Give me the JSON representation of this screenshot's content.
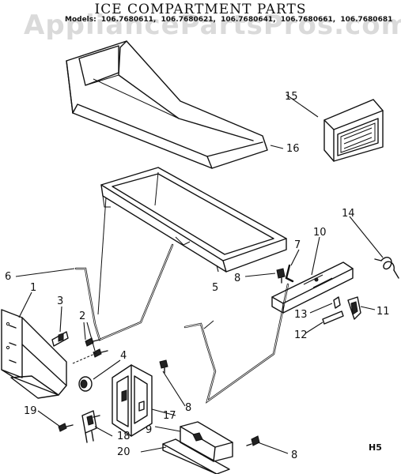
{
  "header": {
    "watermark": "AppliancePartsPros.com",
    "title": "ICE COMPARTMENT PARTS",
    "models_label": "Models:",
    "models": [
      "106.7680611,",
      "106.7680621,",
      "106.7680641,",
      "106.7680661,",
      "106.7680681"
    ]
  },
  "diagram_code": "H5",
  "callouts": [
    {
      "id": "1",
      "label": "1"
    },
    {
      "id": "2",
      "label": "2"
    },
    {
      "id": "3",
      "label": "3"
    },
    {
      "id": "4",
      "label": "4"
    },
    {
      "id": "5",
      "label": "5"
    },
    {
      "id": "6",
      "label": "6"
    },
    {
      "id": "7",
      "label": "7"
    },
    {
      "id": "8a",
      "label": "8"
    },
    {
      "id": "8b",
      "label": "8"
    },
    {
      "id": "8c",
      "label": "8"
    },
    {
      "id": "9",
      "label": "9"
    },
    {
      "id": "10",
      "label": "10"
    },
    {
      "id": "11",
      "label": "11"
    },
    {
      "id": "12",
      "label": "12"
    },
    {
      "id": "13",
      "label": "13"
    },
    {
      "id": "14",
      "label": "14"
    },
    {
      "id": "15",
      "label": "15"
    },
    {
      "id": "16",
      "label": "16"
    },
    {
      "id": "17",
      "label": "17"
    },
    {
      "id": "18",
      "label": "18"
    },
    {
      "id": "19",
      "label": "19"
    },
    {
      "id": "20",
      "label": "20"
    }
  ]
}
